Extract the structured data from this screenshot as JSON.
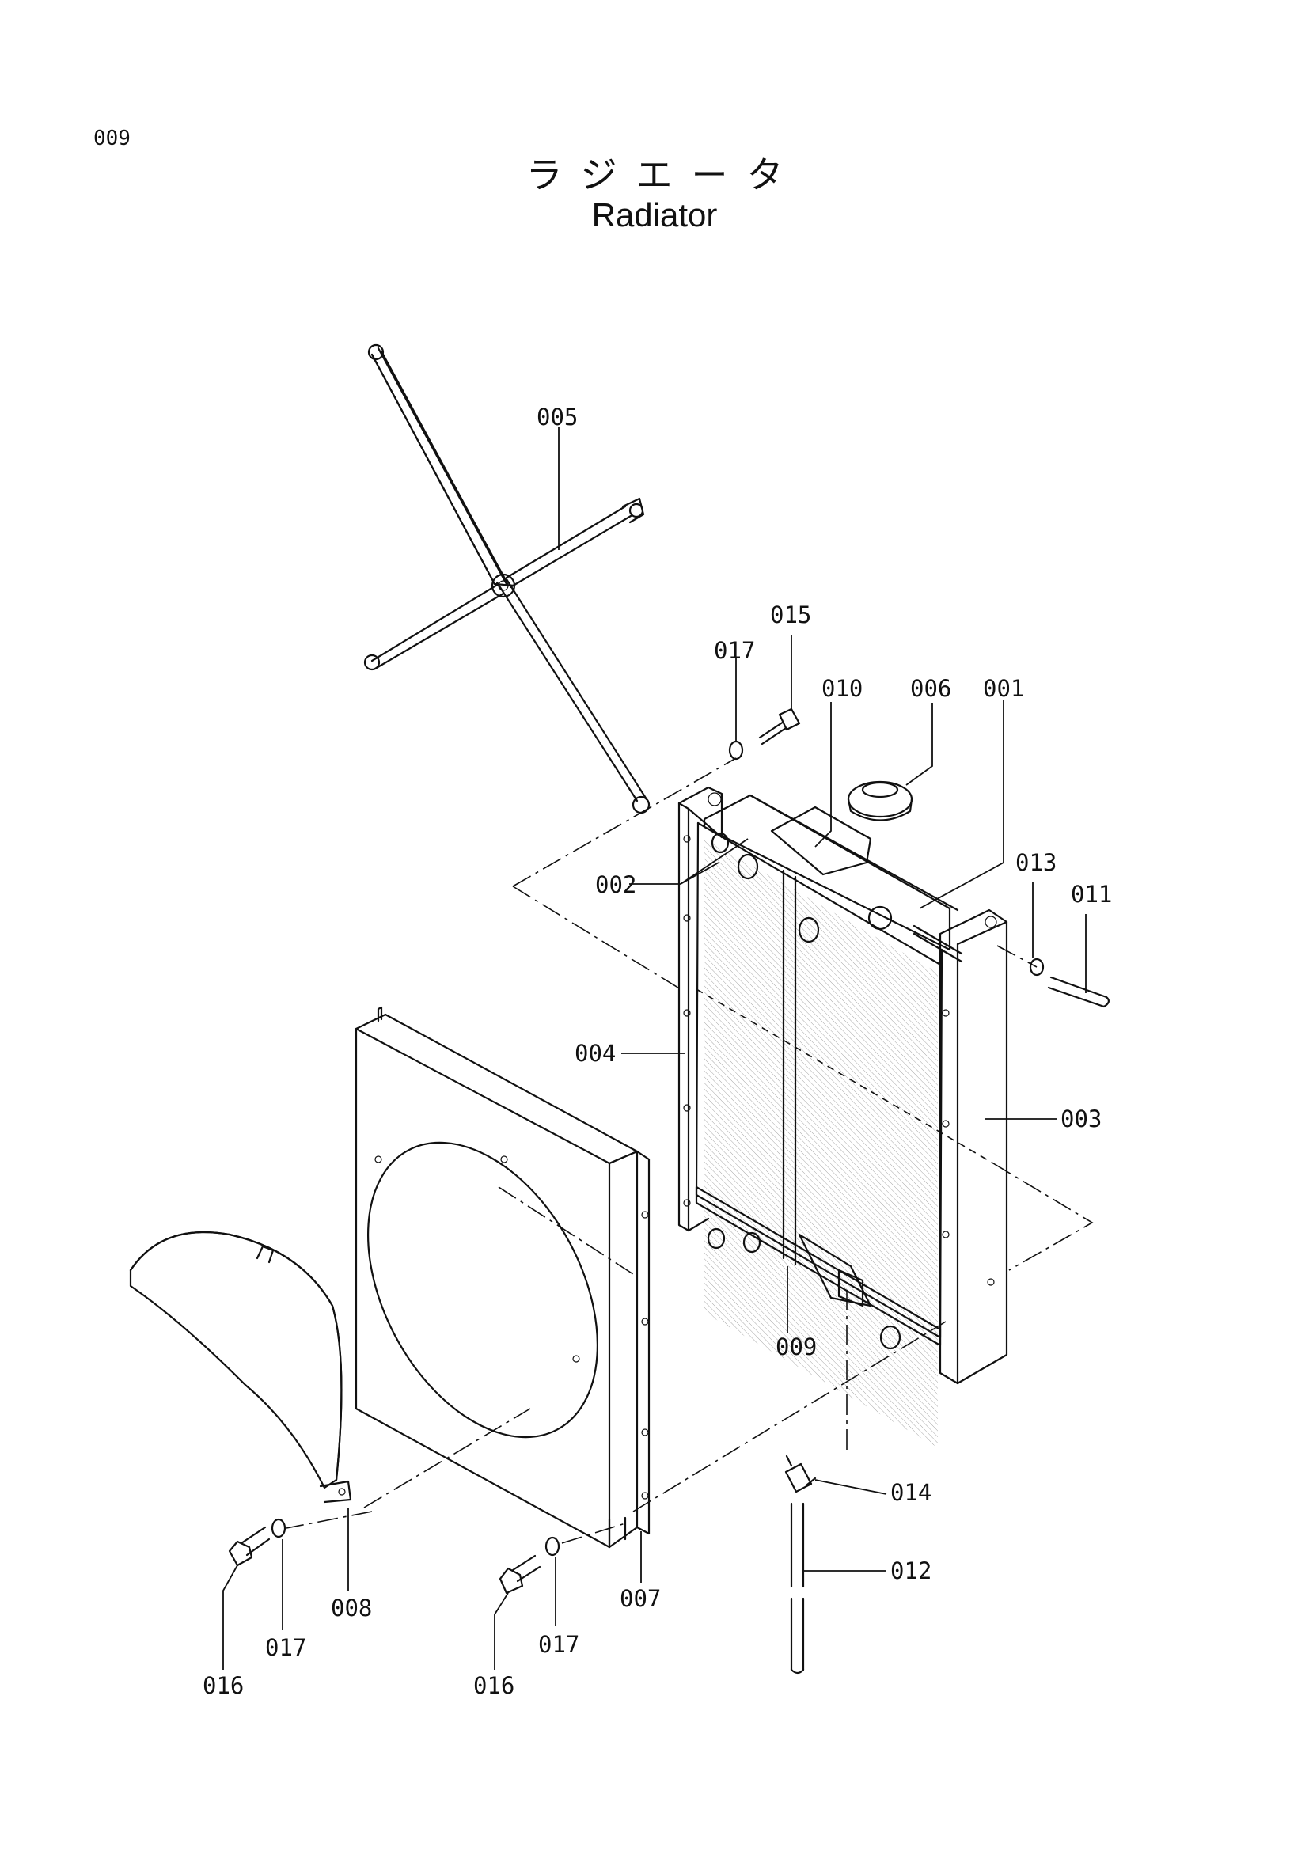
{
  "page_number": "009",
  "title_jp": "ラジエータ",
  "title_en": "Radiator",
  "callouts": {
    "c001": "001",
    "c002": "002",
    "c003": "003",
    "c004": "004",
    "c005": "005",
    "c006": "006",
    "c007": "007",
    "c008": "008",
    "c009": "009",
    "c010": "010",
    "c011": "011",
    "c012": "012",
    "c013": "013",
    "c014": "014",
    "c015": "015",
    "c016a": "016",
    "c016b": "016",
    "c017a": "017",
    "c017b": "017",
    "c017c": "017"
  }
}
